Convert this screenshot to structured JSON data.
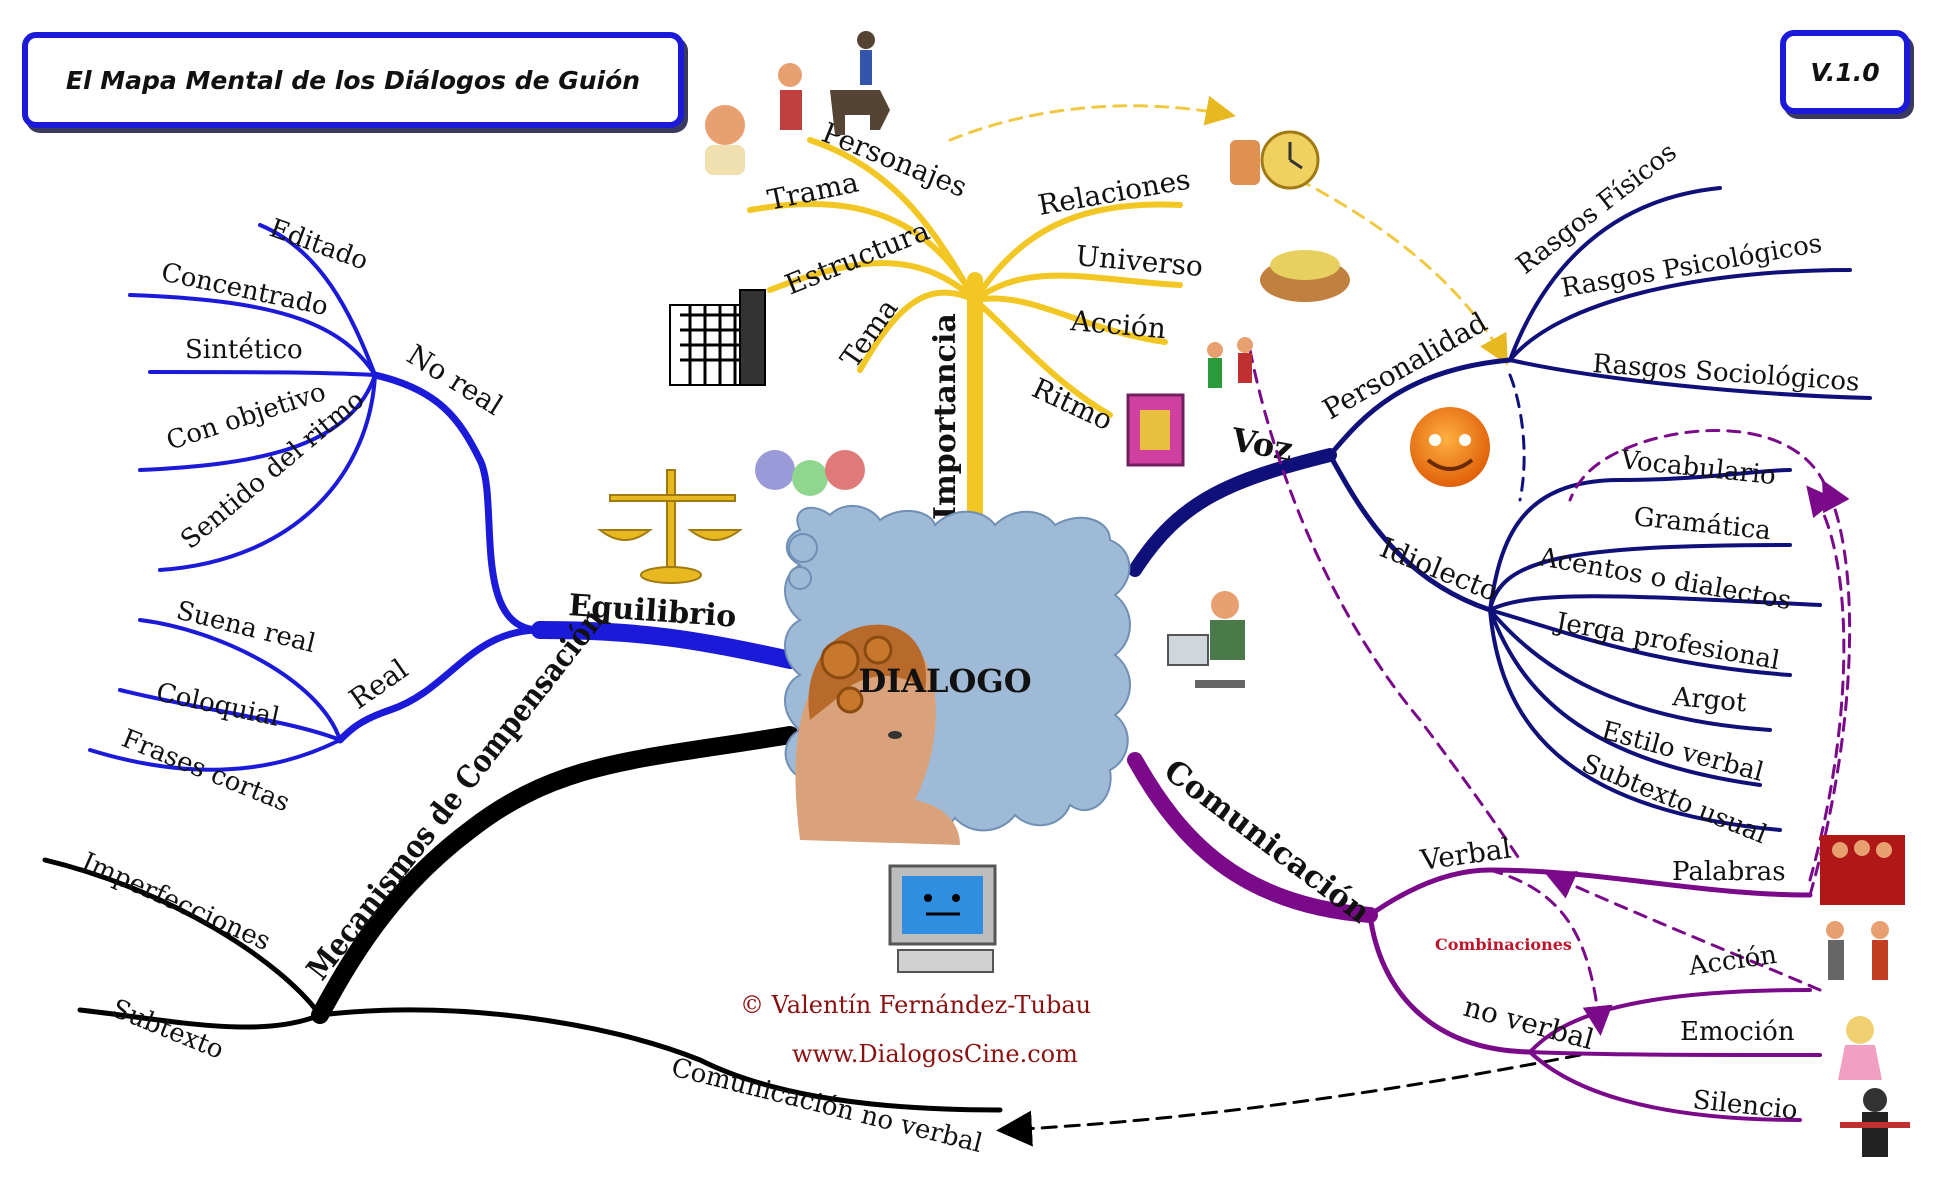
{
  "header": {
    "title": "El Mapa Mental de los Diálogos de Guión",
    "version": "V.1.0"
  },
  "center": {
    "label": "DIALOGO"
  },
  "credits": {
    "author": "© Valentín Fernández-Tubau",
    "website": "www.DialogosCine.com"
  },
  "colors": {
    "blue": "#1a1ad8",
    "navy": "#10107a",
    "gold": "#f2c623",
    "purple": "#7a0a8a",
    "black": "#000000",
    "cloud": "#9fbad6",
    "red_text": "#c0142a",
    "dash": "#f0c842"
  },
  "branches": {
    "importancia": {
      "label": "Importancia",
      "items": [
        "Personajes",
        "Trama",
        "Estructura",
        "Tema",
        "Relaciones",
        "Universo",
        "Acción",
        "Ritmo"
      ]
    },
    "equilibrio": {
      "label": "Equilibrio",
      "no_real": {
        "label": "No real",
        "items": [
          "Editado",
          "Concentrado",
          "Sintético",
          "Con objetivo",
          "Sentido del ritmo"
        ]
      },
      "real": {
        "label": "Real",
        "items": [
          "Suena real",
          "Coloquial",
          "Frases cortas"
        ]
      }
    },
    "mecanismos": {
      "label": "Mecanismos de Compensación",
      "items": [
        "Imperfecciones",
        "Subtexto",
        "Comunicación no verbal"
      ]
    },
    "voz": {
      "label": "Voz",
      "personalidad": {
        "label": "Personalidad",
        "items": [
          "Rasgos Físicos",
          "Rasgos Psicológicos",
          "Rasgos Sociológicos"
        ]
      },
      "idiolecto": {
        "label": "Idiolecto",
        "items": [
          "Vocabulario",
          "Gramática",
          "Acentos o dialectos",
          "Jerga profesional",
          "Argot",
          "Estilo verbal",
          "Subtexto usual"
        ]
      }
    },
    "comunicacion": {
      "label": "Comunicación",
      "verbal": {
        "label": "Verbal",
        "items": [
          "Palabras"
        ]
      },
      "combinaciones": "Combinaciones",
      "no_verbal": {
        "label": "no verbal",
        "items": [
          "Acción",
          "Emoción",
          "Silencio"
        ]
      }
    }
  },
  "icons": [
    "scale-icon",
    "fruit-icon",
    "character-icons",
    "horse-rider-icon",
    "building-icon",
    "clock-icon",
    "treasure-icon",
    "book-icon",
    "smiley-face-icon",
    "computer-user-icon",
    "monitor-icon",
    "head-gears-icon",
    "actors-icon",
    "fighting-icon",
    "doll-icon",
    "mime-icon"
  ]
}
